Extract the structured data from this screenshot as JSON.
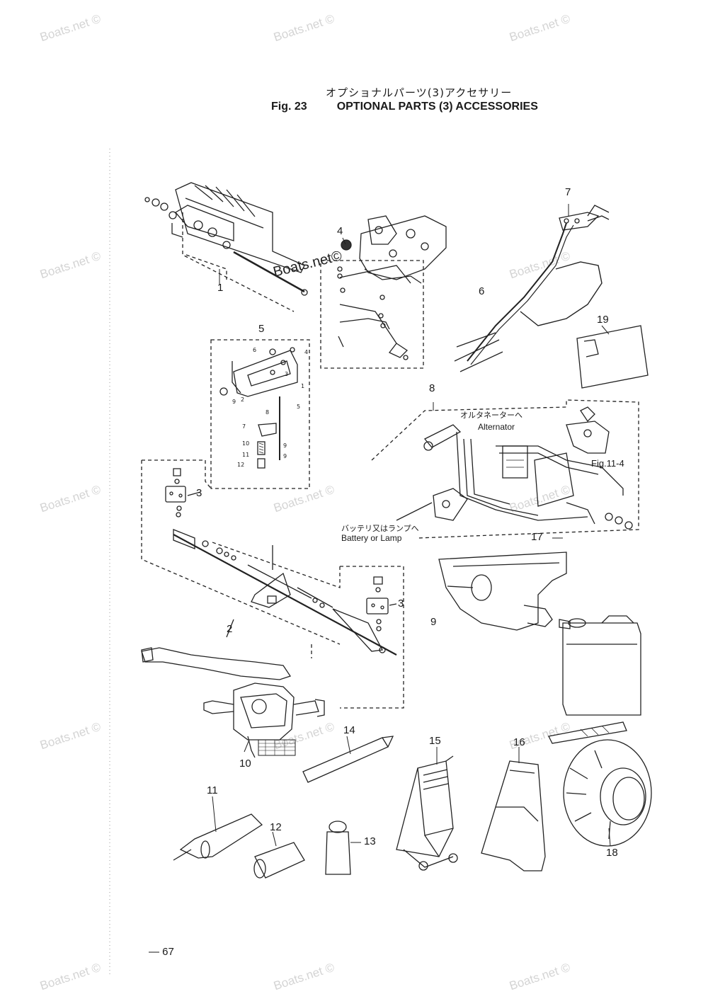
{
  "header": {
    "title_jp": "オプショナルパーツ(3)アクセサリー",
    "fig_label": "Fig. 23",
    "title_en": "OPTIONAL PARTS (3) ACCESSORIES"
  },
  "watermark": {
    "text": "Boats.net ©",
    "text_dark": "Boats.net©"
  },
  "callouts": [
    "1",
    "2",
    "3",
    "3",
    "4",
    "5",
    "6",
    "7",
    "8",
    "9",
    "10",
    "11",
    "12",
    "13",
    "14",
    "15",
    "16",
    "17",
    "18",
    "19"
  ],
  "sub_callouts": [
    "6",
    "4",
    "3",
    "1",
    "9",
    "2",
    "5",
    "8",
    "7",
    "10",
    "11",
    "12",
    "9",
    "9"
  ],
  "notes": {
    "alternator_jp": "オルタネーターへ",
    "alternator_en": "Alternator",
    "battery_jp": "バッテリ又はランプへ",
    "battery_en": "Battery or Lamp",
    "fig_ref": "Fig.11-4"
  },
  "footer": {
    "page_number": "— 67"
  }
}
